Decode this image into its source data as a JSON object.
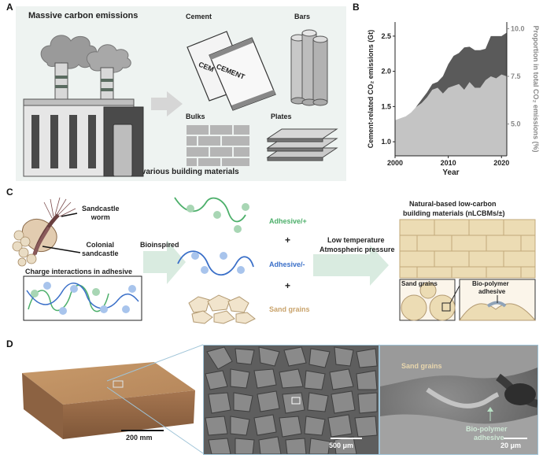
{
  "panel_a": {
    "label": "A",
    "title": "Massive carbon emissions",
    "caption": "Production of various building materials",
    "items": {
      "cement": "Cement",
      "bars": "Bars",
      "bulks": "Bulks",
      "plates": "Plates"
    },
    "bag_text_1": "CEM",
    "bag_text_2": "CEMENT"
  },
  "panel_b": {
    "label": "B",
    "chart_data": {
      "type": "area",
      "x": [
        2000,
        2001,
        2002,
        2003,
        2004,
        2005,
        2006,
        2007,
        2008,
        2009,
        2010,
        2011,
        2012,
        2013,
        2014,
        2015,
        2016,
        2017,
        2018,
        2019,
        2020,
        2021
      ],
      "series": [
        {
          "values": [
            1.15,
            1.2,
            1.28,
            1.38,
            1.5,
            1.6,
            1.7,
            1.82,
            1.85,
            1.93,
            2.1,
            2.22,
            2.26,
            2.34,
            2.35,
            2.3,
            2.3,
            2.32,
            2.5,
            2.5,
            2.5,
            2.55
          ]
        },
        {
          "values": [
            5.2,
            5.3,
            5.4,
            5.6,
            5.9,
            6.1,
            6.4,
            6.8,
            6.9,
            6.6,
            6.9,
            7.0,
            7.1,
            6.8,
            7.2,
            6.9,
            6.9,
            7.3,
            7.5,
            7.4,
            7.6,
            7.5
          ]
        }
      ],
      "xlabel": "Year",
      "ylabel_left": "Cement-related CO₂ emissions (Gt)",
      "ylabel_right": "Proportion in total CO₂ emissions (%)",
      "xticks": [
        "2000",
        "2010",
        "2020"
      ],
      "yticks_left": [
        "1.0",
        "1.5",
        "2.0",
        "2.5"
      ],
      "yticks_right": [
        "5.0",
        "7.5",
        "10.0"
      ],
      "ylim_left": [
        0.8,
        2.7
      ],
      "ylim_right": [
        3.33,
        10.35
      ],
      "xlim": [
        2000,
        2021
      ],
      "colors": {
        "emissions": "#5a5a5a",
        "proportion": "#c4c4c4"
      }
    }
  },
  "panel_c": {
    "label": "C",
    "worm": "Sandcastle\nworm",
    "colonial": "Colonial\nsandcastle",
    "charge_title": "Charge interactions in adhesive",
    "bioinspired": "Bioinspired",
    "adhesive_pos": "Adhesive/+",
    "adhesive_neg": "Adhesive/-",
    "sand_grains": "Sand grains",
    "plus": "+",
    "conditions_1": "Low temperature",
    "conditions_2": "Atmospheric pressure",
    "product_1": "Natural-based low-carbon",
    "product_2": "building materials (nLCBMs/±)",
    "inset_sand": "Sand grains",
    "inset_bio_1": "Bio-polymer",
    "inset_bio_2": "adhesive",
    "colors": {
      "positive": "#4caf6a",
      "negative": "#3a6fc8",
      "sand": "#c9a36b",
      "brick": "#e8d6ad"
    }
  },
  "panel_d": {
    "label": "D",
    "scale_1": "200 mm",
    "scale_2": "500 μm",
    "scale_3": "20 μm",
    "sem_sand": "Sand grains",
    "sem_bio_1": "Bio-polymer",
    "sem_bio_2": "adhesive"
  }
}
